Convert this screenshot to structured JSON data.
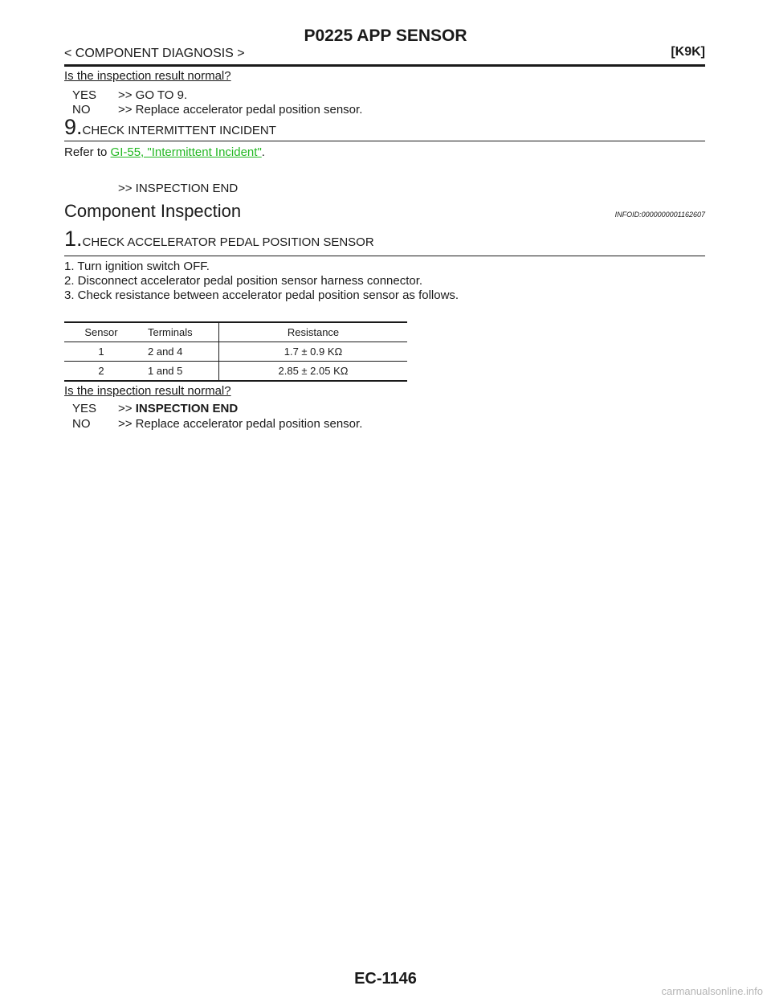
{
  "header": {
    "title": "P0225 APP SENSOR",
    "breadcrumb": "< COMPONENT DIAGNOSIS >",
    "model_code": "[K9K]"
  },
  "step8_tail": {
    "question": "Is the inspection result normal?",
    "yes_key": "YES",
    "yes_text": ">> GO TO 9.",
    "no_key": "NO",
    "no_text": ">> Replace accelerator pedal position sensor."
  },
  "step9": {
    "number": "9.",
    "title": "CHECK INTERMITTENT INCIDENT",
    "refer_prefix": "Refer to ",
    "link_text": "GI-55, \"Intermittent Incident\"",
    "refer_suffix": ".",
    "result": ">> INSPECTION END"
  },
  "section": {
    "title": "Component Inspection",
    "infoid": "INFOID:0000000001162607"
  },
  "comp_step1": {
    "number": "1.",
    "title": "CHECK ACCELERATOR PEDAL POSITION SENSOR",
    "steps": [
      "1.   Turn ignition switch OFF.",
      "2.   Disconnect accelerator pedal position sensor harness connector.",
      "3.   Check resistance between accelerator pedal position sensor as follows."
    ]
  },
  "table": {
    "headers": [
      "Sensor",
      "Terminals",
      "Resistance"
    ],
    "rows": [
      [
        "1",
        "2 and 4",
        "1.7 ± 0.9 KΩ"
      ],
      [
        "2",
        "1 and 5",
        "2.85 ± 2.05 KΩ"
      ]
    ]
  },
  "result2": {
    "question": "Is the inspection result normal?",
    "yes_key": "YES",
    "yes_prefix": ">> ",
    "yes_text": "INSPECTION END",
    "no_key": "NO",
    "no_text": ">> Replace accelerator pedal position sensor."
  },
  "footer": {
    "page": "EC-1146",
    "watermark": "carmanualsonline.info"
  }
}
